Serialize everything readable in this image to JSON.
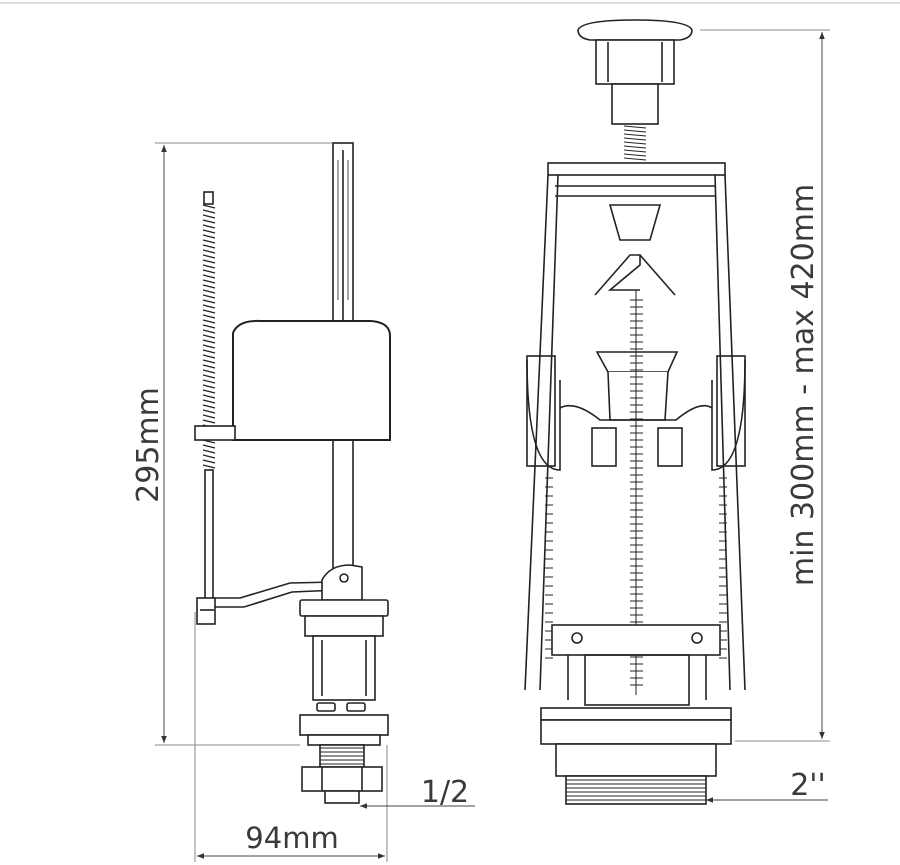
{
  "labels": {
    "fill_valve_height": "295mm",
    "fill_valve_width": "94mm",
    "fill_valve_thread": "1/2",
    "flush_valve_height": "min 300mm - max 420mm",
    "flush_valve_thread": "2''"
  }
}
